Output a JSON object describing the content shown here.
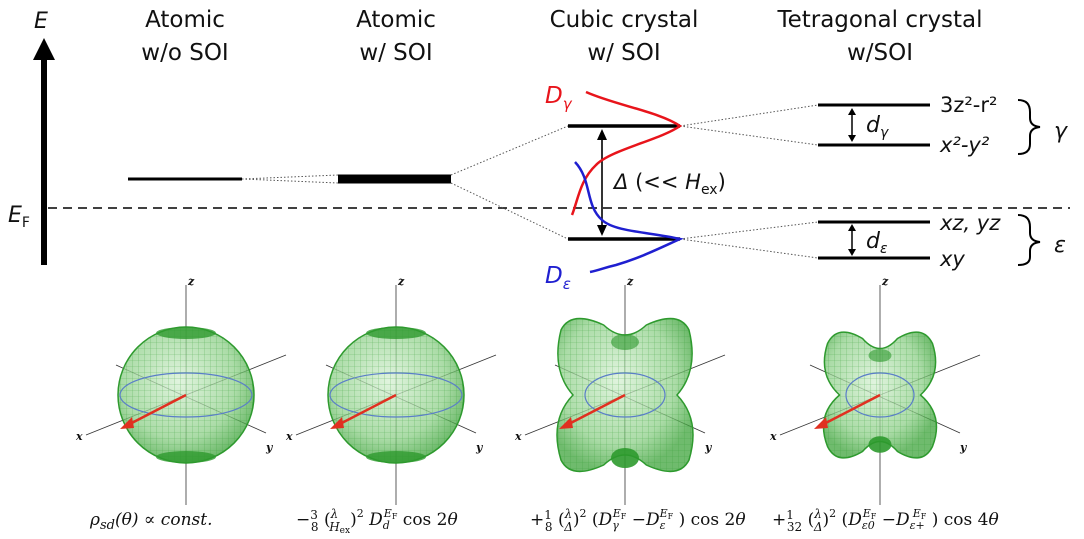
{
  "energy_axis": {
    "label": "E",
    "fermi_label": "E",
    "fermi_sub": "F"
  },
  "columns": [
    {
      "title_line1": "Atomic",
      "title_line2": "w/o SOI",
      "formula": "ρsd(θ) ∝ const."
    },
    {
      "title_line1": "Atomic",
      "title_line2": "w/ SOI",
      "formula": "−3/8 (λ/Hex)² DdEF cos 2θ"
    },
    {
      "title_line1": "Cubic crystal",
      "title_line2": "w/ SOI",
      "formula": "+1/8 (λ/Δ)² (DγEF − DεEF) cos 2θ"
    },
    {
      "title_line1": "Tetragonal crystal",
      "title_line2": "w/SOI",
      "formula": "+1/32 (λ/Δ)² (Dε0EF − Dε+EF) cos 4θ"
    }
  ],
  "dos_labels": {
    "d_gamma": "D",
    "d_gamma_sub": "γ",
    "d_eps": "D",
    "d_eps_sub": "ε"
  },
  "gap_label": {
    "delta": "Δ",
    "text": "(<<",
    "h": "H",
    "h_sub": "ex",
    "close": ")"
  },
  "tetragonal_levels": {
    "gamma_top": "3z²-r²",
    "gamma_bottom": "x²-y²",
    "eps_top": "xz, yz",
    "eps_bottom": "xy",
    "d_gamma": "d",
    "d_gamma_sub": "γ",
    "d_eps": "d",
    "d_eps_sub": "ε",
    "gamma_group": "γ",
    "eps_group": "ε"
  },
  "sphere_axes": {
    "x": "x",
    "y": "y",
    "z": "z"
  },
  "colors": {
    "gamma_curve": "#e8141b",
    "eps_curve": "#1f1fd0",
    "sphere_mesh": "#2e9a2e",
    "equator": "#5a7ec8",
    "arrow": "#e03020"
  }
}
